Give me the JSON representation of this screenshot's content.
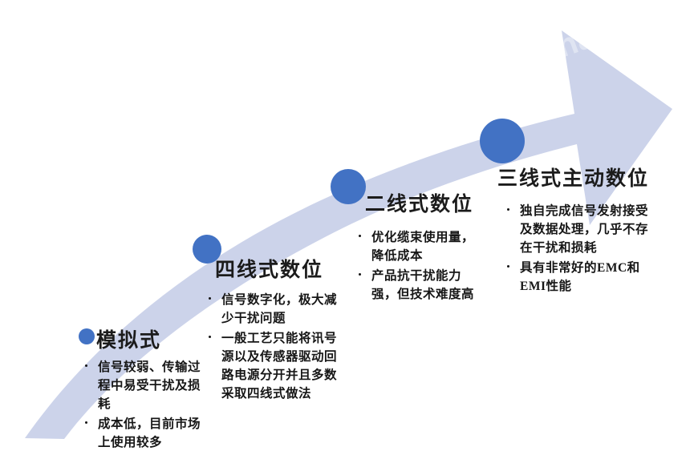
{
  "graphic": {
    "type": "upward-curved-arrow-progression",
    "arrow_color": "#ccd3ea",
    "marker_color": "#4272c4",
    "background_color": "#ffffff",
    "watermark_text": "qichacha"
  },
  "stages": [
    {
      "id": "analog",
      "marker": "stage-marker-analog",
      "title": "模拟式",
      "bullets": [
        "信号较弱、传输过程中易受干扰及损耗",
        "成本低，目前市场上使用较多"
      ]
    },
    {
      "id": "four-wire-digital",
      "marker": "stage-marker-four-wire-digital",
      "title": "四线式数位",
      "bullets": [
        "信号数字化，极大减少干扰问题",
        "一般工艺只能将讯号源以及传感器驱动回路电源分开并且多数采取四线式做法"
      ]
    },
    {
      "id": "two-wire-digital",
      "marker": "stage-marker-two-wire-digital",
      "title": "二线式数位",
      "bullets": [
        "优化缆束使用量，降低成本",
        "产品抗干扰能力强，但技术难度高"
      ]
    },
    {
      "id": "three-wire-active-digital",
      "marker": "stage-marker-three-wire-active-digital",
      "title": "三线式主动数位",
      "bullets": [
        "独自完成信号发射接受及数据处理，几乎不存在干扰和损耗",
        "具有非常好的EMC和EMI性能"
      ]
    }
  ]
}
